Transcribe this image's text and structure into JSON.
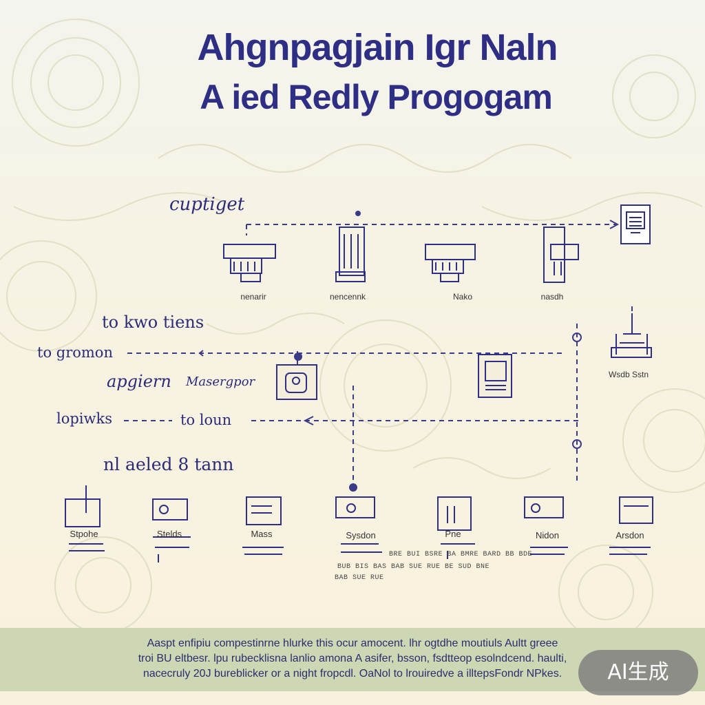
{
  "title": {
    "line1": "Ahgnpagjain Igr Naln",
    "line2": "A ied Redly Progogam"
  },
  "labels": {
    "cuptiget": "cuptiget",
    "to_kwo_tiens": "to kwo tiens",
    "to_gromon": "to gromon",
    "apgiern": "apgiern",
    "masergpor": "Masergpor",
    "lopiwks": "lopiwks",
    "to_lounn": "to loun",
    "nlaeled": "nl aeled 8 tann"
  },
  "top_nodes": [
    "nenarir",
    "nencennk",
    "Nako",
    "nasdh"
  ],
  "right_node": "Wsdb Sstn",
  "bottom_nodes": [
    "Stpohe",
    "Stelds",
    "Mass",
    "Sysdon",
    "Pne",
    "Nidon",
    "Arsdon"
  ],
  "small_text": {
    "row1": "BRE BUI BSRE BA BMRE BARD BB BDE",
    "row2": "BUB BIS BAS BAB SUE RUE BE SUD BNE",
    "row3": "BAB SUE RUE"
  },
  "footer": {
    "line1": "Aaspt enfipiu compestinrne hlurke this ocur amocent. lhr ogtdhe moutiuls Aultt greee",
    "line2": "troi BU eltbesr. lpu rubecklisna lanlio amona A asifer, bsson, fsdtteop esolndcend. haulti,",
    "line3": "nacecruly 20J bureblicker or a night fropcdl. OaNol to lrouiredve a illtepsFondr NPkes."
  },
  "badge": "AI生成",
  "colors": {
    "ink": "#2e2e84",
    "footer_bg": "#cdd7b4",
    "paper": "#f8f1dd"
  }
}
